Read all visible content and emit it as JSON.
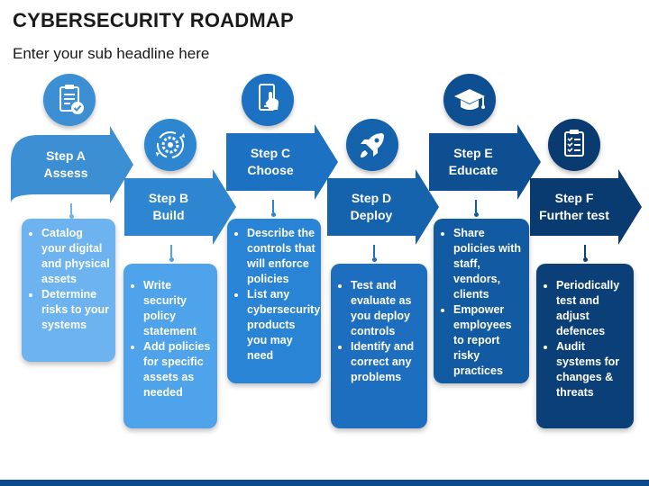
{
  "title": "CYBERSECURITY ROADMAP",
  "subtitle": "Enter your sub headline here",
  "steps": [
    {
      "step": "Step A",
      "name": "Assess",
      "icon": "clipboard-check-icon",
      "color": "#3d8fd3",
      "card_color": "#6cb3ef",
      "bullets": [
        "Catalog your digital and physical assets",
        "Determine risks to your systems"
      ]
    },
    {
      "step": "Step B",
      "name": "Build",
      "icon": "gear-cycle-icon",
      "color": "#2e85d0",
      "card_color": "#4ea3ea",
      "bullets": [
        "Write security policy statement",
        "Add policies for specific assets as needed"
      ]
    },
    {
      "step": "Step C",
      "name": "Choose",
      "icon": "mobile-touch-icon",
      "color": "#1c71c2",
      "card_color": "#2a84d6",
      "bullets": [
        "Describe the controls that will enforce policies",
        "List any cybersecurity products you may need"
      ]
    },
    {
      "step": "Step D",
      "name": "Deploy",
      "icon": "rocket-icon",
      "color": "#1562ad",
      "card_color": "#1d6ebf",
      "bullets": [
        "Test and evaluate as you deploy controls",
        "Identify and correct any problems"
      ]
    },
    {
      "step": "Step E",
      "name": "Educate",
      "icon": "graduation-cap-icon",
      "color": "#0e4f92",
      "card_color": "#125aa2",
      "bullets": [
        "Share policies with staff, vendors, clients",
        "Empower employees to report risky practices"
      ]
    },
    {
      "step": "Step F",
      "name": "Further test",
      "icon": "checklist-icon",
      "color": "#0a3b70",
      "card_color": "#0b3f78",
      "bullets": [
        "Periodically test and adjust defences",
        "Audit systems for changes & threats"
      ]
    }
  ]
}
